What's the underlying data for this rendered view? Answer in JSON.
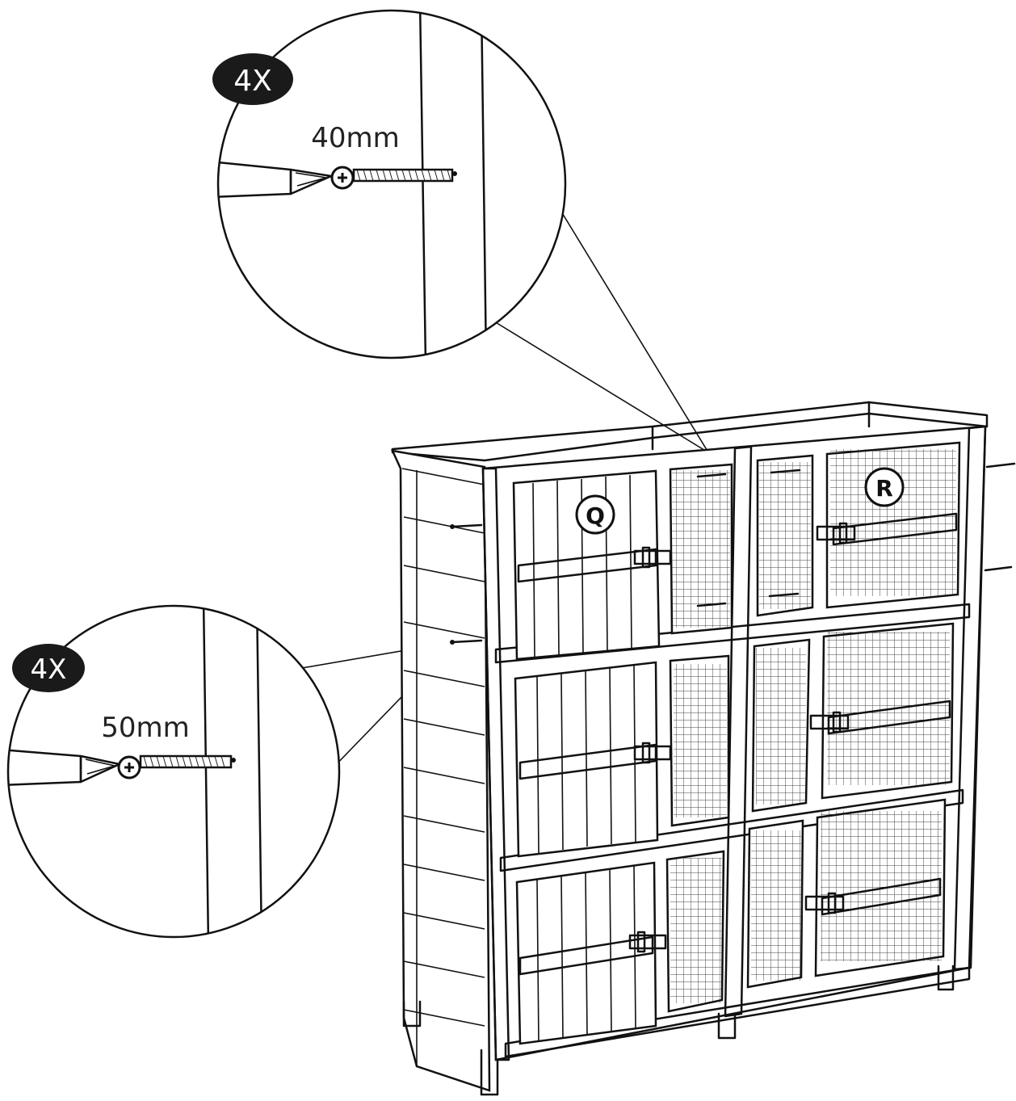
{
  "callout_top": {
    "quantity": "4X",
    "screw_length": "40mm"
  },
  "callout_left": {
    "quantity": "4X",
    "screw_length": "50mm"
  },
  "part_labels": {
    "left_unit": "Q",
    "right_unit": "R"
  },
  "colors": {
    "line": "#111111",
    "badge": "#1a1a1a",
    "badge_text": "#ffffff",
    "background": "#ffffff"
  }
}
